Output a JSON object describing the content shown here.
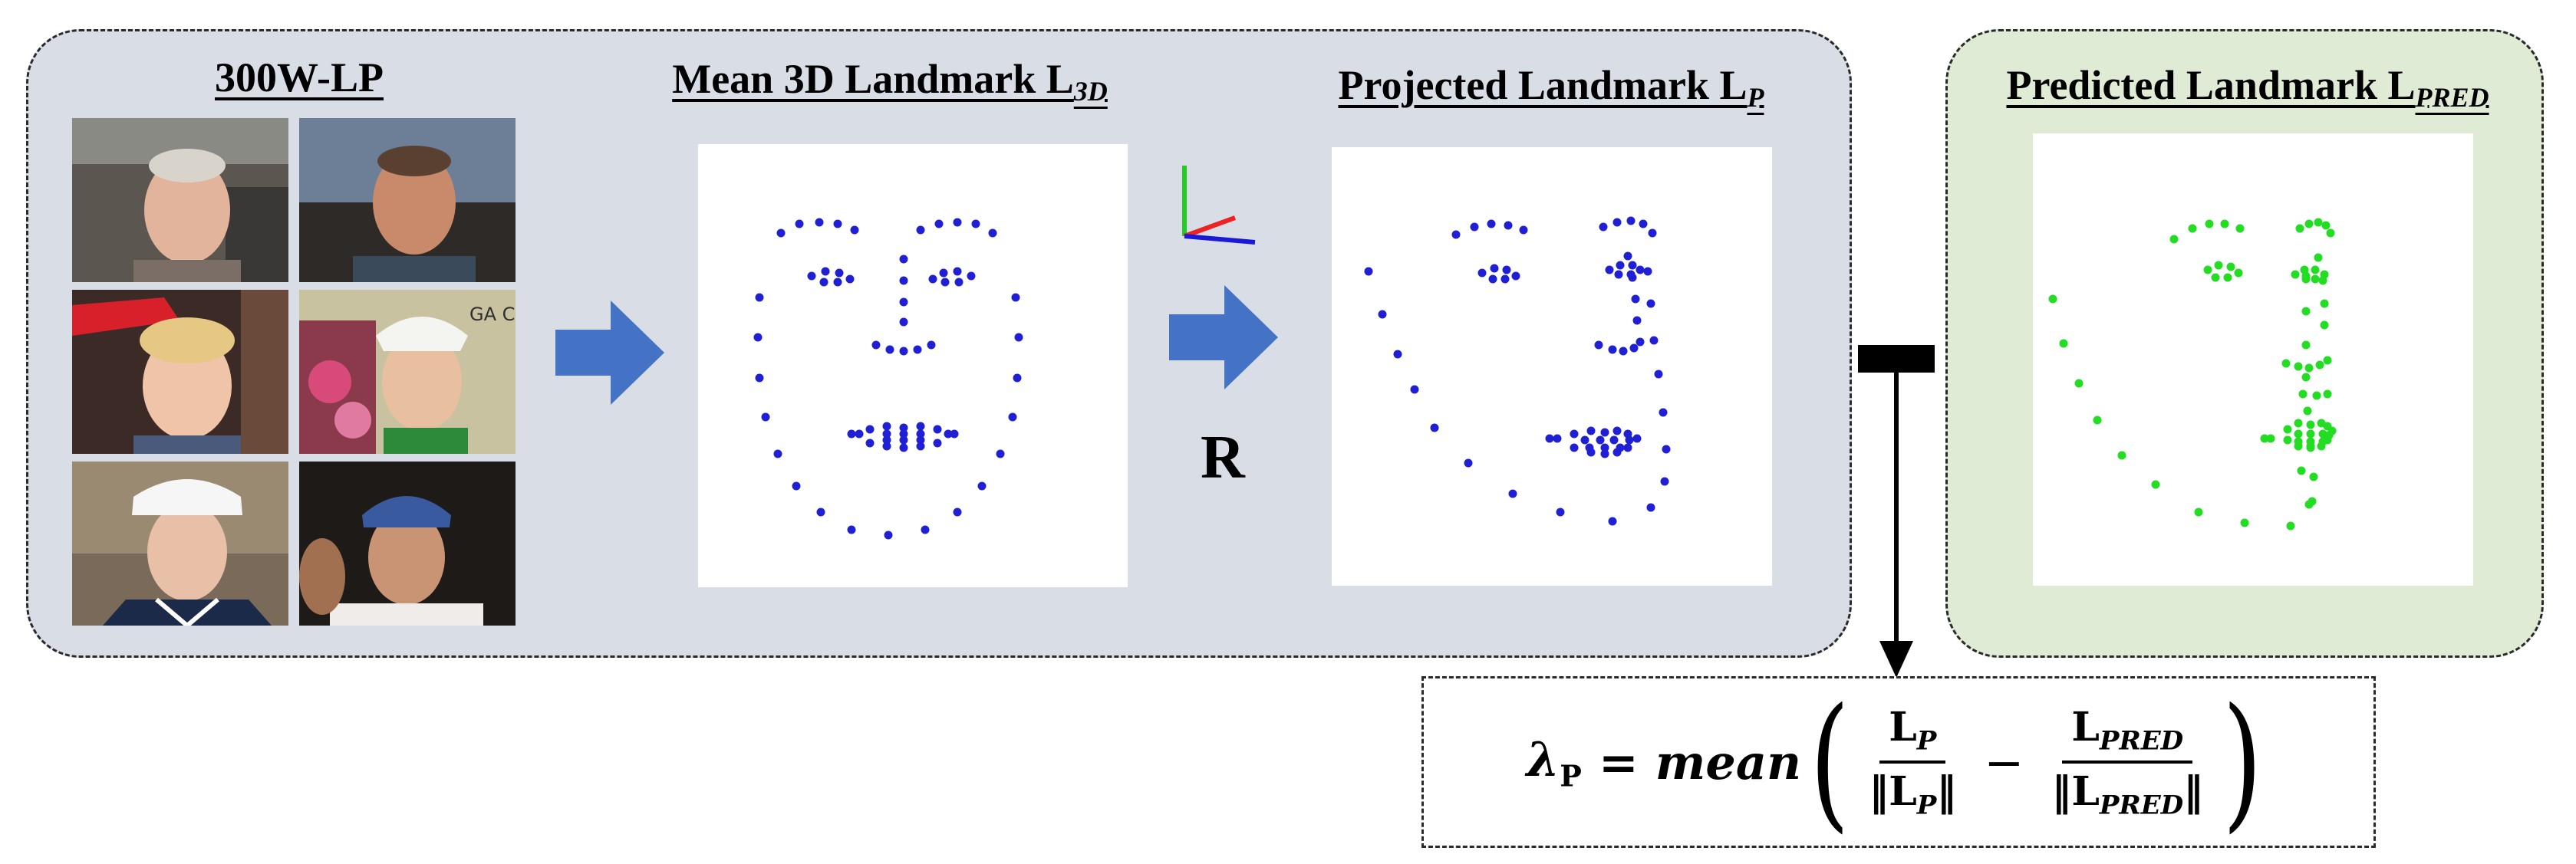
{
  "panels": {
    "dataset_title": "300W-LP",
    "mean3d_title_main": "Mean 3D Landmark L",
    "mean3d_title_sub": "3D",
    "projected_title_main": "Projected Landmark L",
    "projected_title_sub": "P",
    "predicted_title_main": "Predicted Landmark L",
    "predicted_title_sub": "PRED"
  },
  "rotation_label": "R",
  "photo_text": "GA Cards",
  "formula": {
    "lambda": "λ",
    "lambda_sub": "P",
    "equals": "=",
    "mean": "mean",
    "open_paren": "(",
    "close_paren": ")",
    "num1_main": "L",
    "num1_sub": "P",
    "den1_main": "‖L",
    "den1_sub": "P",
    "den1_end": "‖",
    "minus": "−",
    "num2_main": "L",
    "num2_sub": "PRED",
    "den2_main": "‖L",
    "den2_sub": "PRED",
    "den2_end": "‖"
  },
  "colors": {
    "gray_panel": "#d8dde6",
    "green_panel": "#e0ebd6",
    "arrow_blue": "#4472c4",
    "landmark_blue": "#1f1fd6",
    "landmark_green": "#22dd22"
  }
}
